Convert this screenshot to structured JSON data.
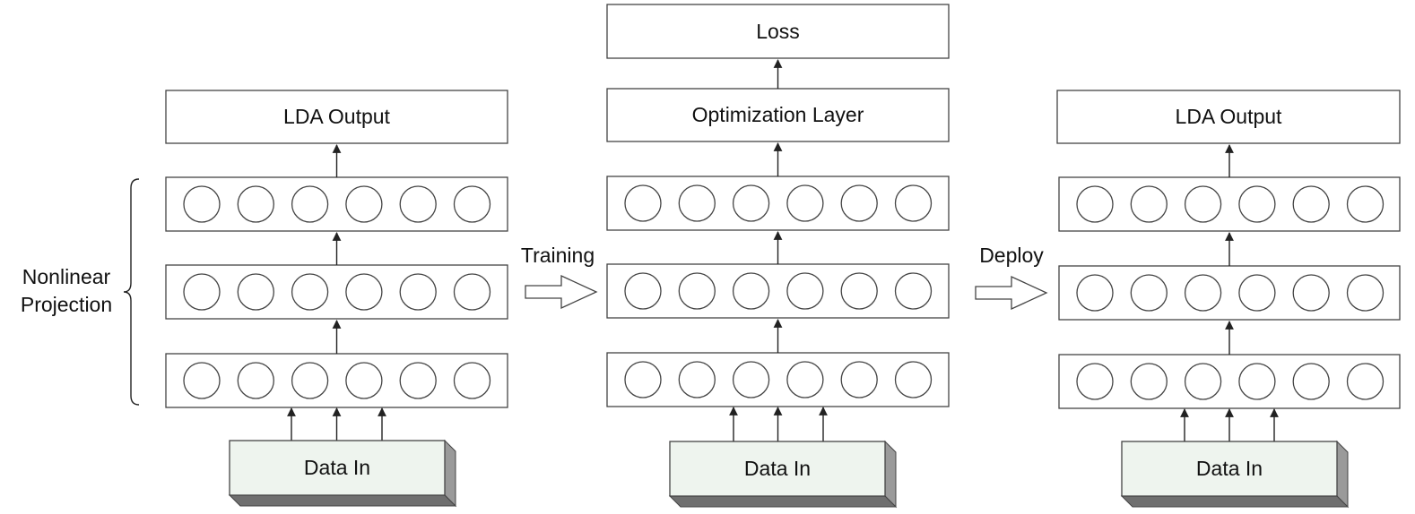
{
  "left_column": {
    "output_label": "LDA Output",
    "input_label": "Data In",
    "bracket_label_line1": "Nonlinear",
    "bracket_label_line2": "Projection"
  },
  "middle_column": {
    "loss_label": "Loss",
    "optimization_label": "Optimization Layer",
    "input_label": "Data In"
  },
  "right_column": {
    "output_label": "LDA Output",
    "input_label": "Data In"
  },
  "transitions": {
    "training_label": "Training",
    "deploy_label": "Deploy"
  },
  "network": {
    "hidden_layers": 3,
    "neurons_per_layer": 6,
    "input_arrows": 3
  }
}
